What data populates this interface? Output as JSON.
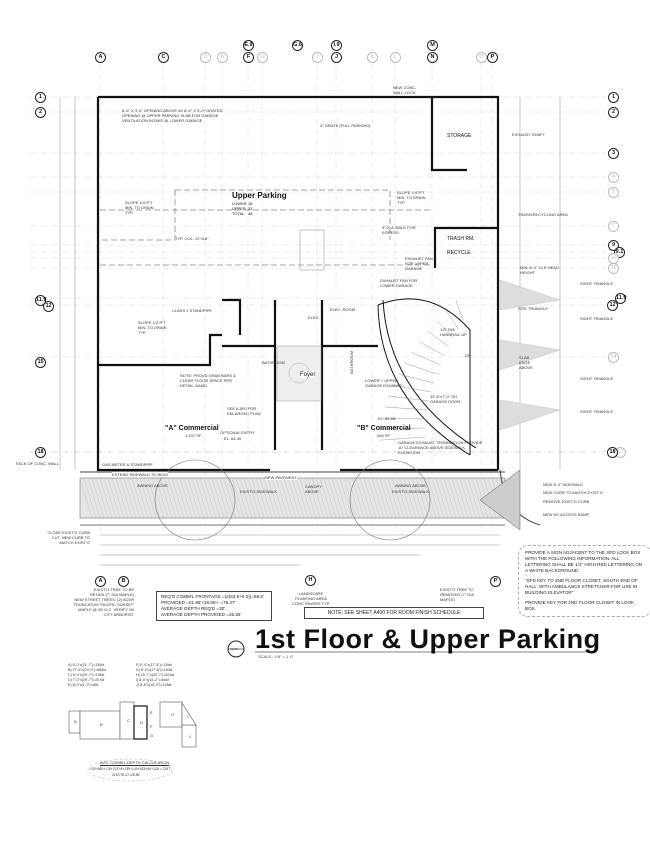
{
  "sheet": {
    "title": "1st Floor & Upper Parking",
    "scale": "SCALE : 1/8\" = 1'-0\"",
    "detail_bubble": "A2.01"
  },
  "grid": {
    "columns_top": [
      "A",
      "C",
      "D",
      "E",
      "E.9",
      "F",
      "G",
      "G.6",
      "I",
      "I.9",
      "J",
      "K",
      "L",
      "M",
      "N",
      "O",
      "P"
    ],
    "rows_right": [
      "1",
      "2",
      "3",
      "4",
      "5",
      "7",
      "9",
      "9.1",
      "10",
      "11",
      "12",
      "11.9",
      "14",
      "17",
      "18"
    ],
    "rows_left": [
      "1",
      "2",
      "11.9",
      "12",
      "15",
      "18"
    ],
    "columns_bottom": [
      "A",
      "B",
      "H",
      "P"
    ]
  },
  "upper_parking": {
    "title": "Upper Parking",
    "rows": [
      {
        "label": "LOWER",
        "value": "15"
      },
      {
        "label": "UPPER",
        "value": "33"
      },
      {
        "label": "TOTAL",
        "value": "48"
      }
    ]
  },
  "rooms": {
    "storage": "STORAGE",
    "trash": "TRASH RM.",
    "recycle": "RECYCLE",
    "foyer": "Foyer",
    "commercial_a": "\"A\" Commercial",
    "commercial_a_area": "1,437 SF",
    "commercial_b": "\"B\" Commercial",
    "commercial_b_area": "946 SF",
    "elec_room": "ELEC. ROOM",
    "bathroom_1": "BATHROOM",
    "bathroom_2": "BATHROOM",
    "elev": "ELEV."
  },
  "annotations": {
    "exhaust_shaft": "EXHAUST SHAFT",
    "trash_recycling_area": "TRASH/RECYCLING AREA",
    "min_clear": "MIN. 8'-0\" CLR HEAD HEIGHT",
    "site_triangle": "SITE TRIANGLE",
    "sight_triangle": "SIGHT TRIANGLE",
    "slab_edge": "SLAB EDGE ABOVE",
    "garage_door": "13'-8\"x7'-0\" OH GARAGE DOOR",
    "handrail": "1.5\" DIA HANDRAIL UP",
    "dn": "DN",
    "garage_exhaust": "GARAGE EXHAUST TERMINATION PROVIDE 10' CLEARANCE ABOVE SIDEWALK ELEVATION",
    "lower_upper_exhaust": "LOWER + UPPER GARAGE EXHAUST",
    "exhaust_fan_upper": "EXHAUST FAN FOR UPPER GARAGE",
    "exhaust_fan_lower": "EXHAUST FAN FOR LOWER GARAGE",
    "walk_egress": "3'-0\" & WALK FOR EGRESS",
    "slope": "SLOPE 1/4\"/FT MIN. TO DRAIN TYP.",
    "grates": "8'-6\" X 3'-0\" OPENING ABOVE W/ 8'-6\" X 3'-0\" GRATED OPENING @ UPPER PARKING SLAB FOR GARAGE VENTILATION INTAKE @ LOWER GARAGE",
    "compact_stalls": "3\" GRATE (FULL PARKING)",
    "new_conc_wall": "NEW CONC. WALL LOCK",
    "typ_col": "TYP. COL. 12\"x18\"",
    "class1_standpipe": "CLASS 1 STANDPIPE",
    "grab_bars": "NOTE: PROVD GRAB BARS & CLEAR FLOOR SPACE PER DETAIL 4/A651",
    "enlarged_plan": "SEE A-500 FOR ENLARGED PLAN",
    "optional_entry": "OPTIONAL ENTRY",
    "el_a": "EL. 84.35",
    "el_b": "EL. 84.55",
    "gas_meter": "GAS METER & STANDPIPE",
    "face_conc_wall": "FACE OF CONC. WALL",
    "extend_sidewalk": "EXTEND SIDEWALK TO BLDG",
    "new_pavement": "NEW PAVEMENT",
    "awning_above": "AWNING ABOVE",
    "existing_sidewalk": "EXIST'G SIDEWALK",
    "canopy_above": "CANOPY ABOVE",
    "close_curb_cut": "CLOSE EXIST'G CURB CUT, NEW CURB TO MATCH EXIST'G",
    "existing_tree_retain": "EXIST'G TREE TO BE RETAIN (7\" DIA MAPLE)",
    "new_street_trees": "NEW STREET TREES: (2) ACER TRUNCATUM 'PACIFIC SUNSET' MAPLE @ 25' O.C. VERIFY W/ CITY ARBORIST",
    "landscape_area": "LANDSCAPE PLANTING AREA CONC PAVERS TYP.",
    "existing_tree_removed": "EXIST'G TREE TO REMOVED (7\" DIA MAPLE)",
    "new_sidewalk": "NEW 8'-0\" SIDEWALK",
    "new_curb": "NEW CURB TO MATCH EXIST'G",
    "remove_curb": "REMOVE EXIST'G CURB",
    "new_ramp": "NEW HC ACCESS RAMP"
  },
  "frontage_box": {
    "lines": [
      "REQ'D COMM'L FRONTAGE =(2(63.5+8.0))=86.8'",
      "PROVIDED =51.85'+26.65'+ =78.47'",
      "AVERAGE DEPTH REQ'D =30'",
      "AVERAGE DEPTH PROVIDED =26.56'"
    ]
  },
  "note_box": "NOTE:  SEE SHEET A400  FOR ROOM FINISH SCHEDULE",
  "sfd_notes": [
    "PROVIDE A SIGN ADJACENT TO THE SFD LOCK BOX WITH THE FOLLOWING INFORMATION.  ALL LETTERING SHALL BE 1/2\" HIGH RED LETTERING ON A WHITE BACKGROUND.",
    "\"SFD KEY TO 2ND FLOOR CLOSET, SOUTH END OF HALL, WITH AMBULANCE STRETCHER FOR USE IN BUILDING ELEVATOR\"",
    "PROVIDE KEY FOR 2ND FLOOR CLOSET IN LOOK BOX."
  ],
  "depth_calc": {
    "left_lines": [
      "A) 6'-0\"x(21'-7\")=130sf",
      "B) 27'-6\"x(24'-0\")=660sf",
      "C) 6'-0\"x(29'-7\")=178sf",
      "D) 7'-0\"x(29'-7\")=207sf",
      "E) 8'-0\"x(1'-0\")=8sf"
    ],
    "right_lines": [
      "F) 8'-0\"x(17'-5\")=139sf",
      "G) 8'-0\"x(17'-6\")=140sf",
      "H) 15'-7\"x(33'-7\")=523sf",
      "I) 8'-6\"x(15'-2\")=64sf",
      "J) 8'-6\"x(15'-0\")=128sf"
    ],
    "labels": [
      "A",
      "B",
      "C",
      "D",
      "E",
      "F",
      "G",
      "H",
      "I",
      "J"
    ],
    "title": "AVG. COMM'L DEPTH CALCULATION",
    "formula": "130+660+178+207+8+139+140+523+64+128 = 2157",
    "result": "2157/78.47=26.56'"
  }
}
